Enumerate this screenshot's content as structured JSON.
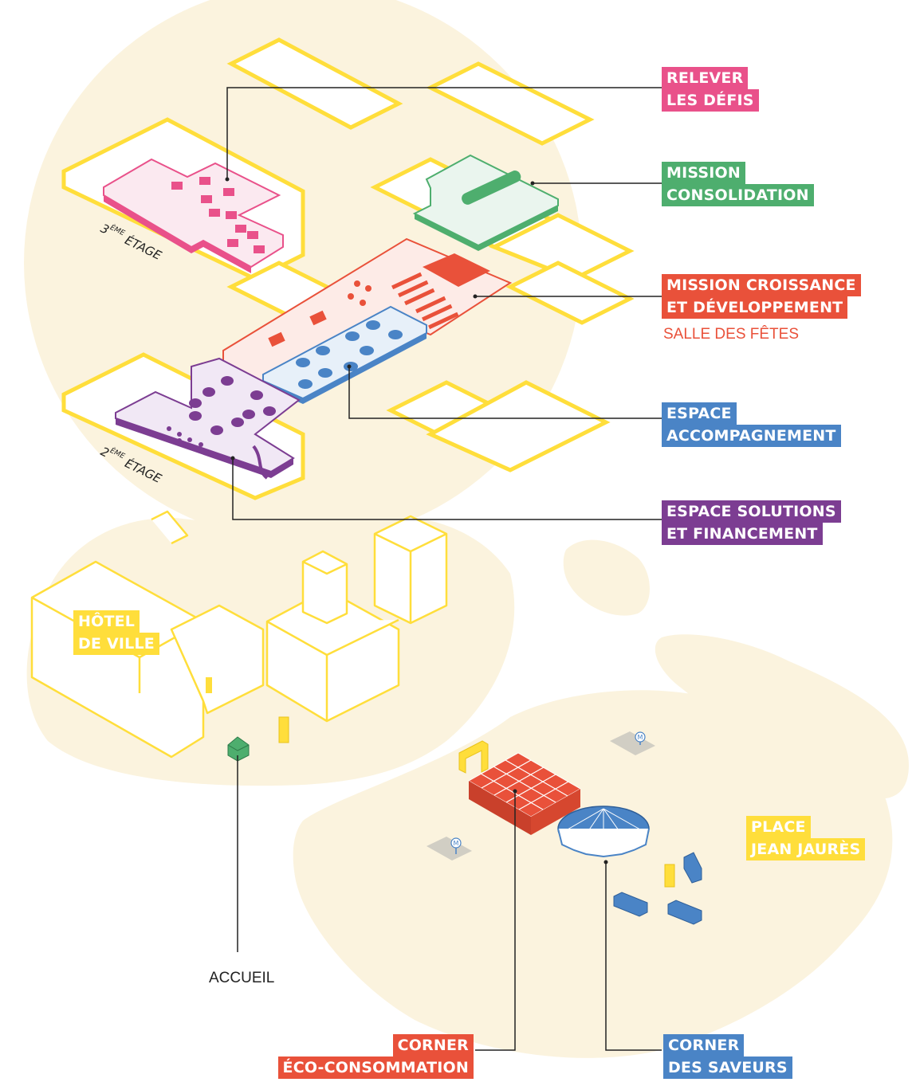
{
  "colors": {
    "yellow": "#ffde3b",
    "cream": "#fbf3de",
    "pink": "#e9518a",
    "green": "#4eae6e",
    "orange": "#e9513a",
    "blue": "#4a84c6",
    "purple": "#7c3d92",
    "grey": "#d1cec4"
  },
  "floors": {
    "third_prefix": "3",
    "third_sup": "ÈME",
    "third_word": "ÉTAGE",
    "second_prefix": "2",
    "second_sup": "ÈME",
    "second_word": "ÉTAGE"
  },
  "labels": {
    "relever": [
      "RELEVER",
      "LES DÉFIS"
    ],
    "consolidation": [
      "MISSION",
      "CONSOLIDATION"
    ],
    "croissance": [
      "MISSION CROISSANCE",
      "ET DÉVELOPPEMENT"
    ],
    "salle": "SALLE DES FÊTES",
    "accompagnement": [
      "ESPACE",
      "ACCOMPAGNEMENT"
    ],
    "solutions": [
      "ESPACE SOLUTIONS",
      "ET FINANCEMENT"
    ],
    "hotel": [
      "HÔTEL",
      "DE VILLE"
    ],
    "place": [
      "PLACE",
      "JEAN JAURÈS"
    ],
    "accueil": "ACCUEIL",
    "eco": [
      "CORNER",
      "ÉCO-CONSOMMATION"
    ],
    "saveurs": [
      "CORNER",
      "DES SAVEURS"
    ]
  },
  "icons": {
    "metro_letter": "M"
  }
}
